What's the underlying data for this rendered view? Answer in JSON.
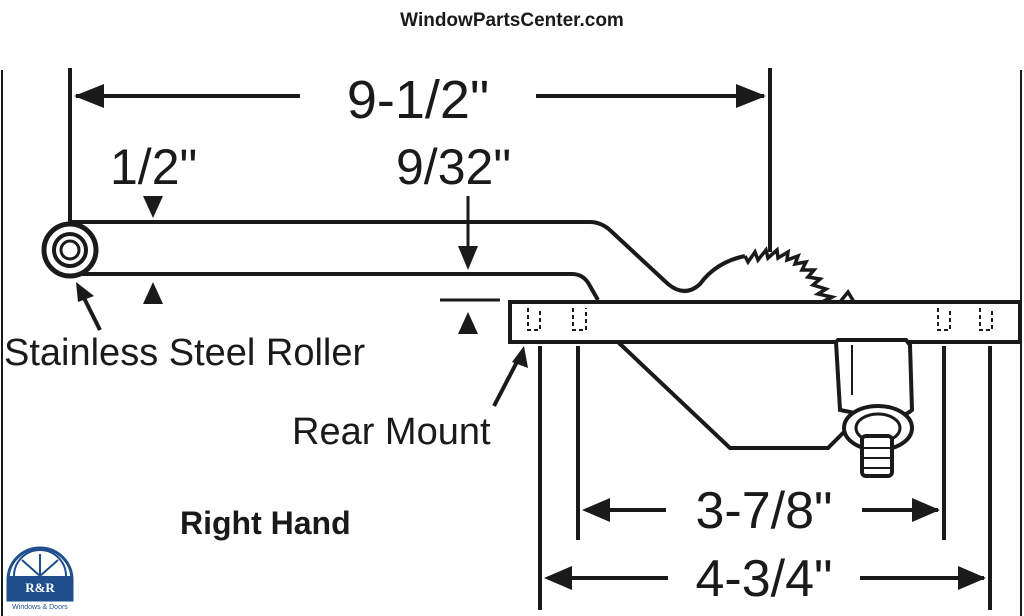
{
  "site": {
    "header": "WindowPartsCenter.com"
  },
  "dimensions": {
    "overall_length": "9-1/2\"",
    "roller_width": "1/2\"",
    "arm_offset": "9/32\"",
    "mount_inner": "3-7/8\"",
    "mount_outer": "4-3/4\""
  },
  "labels": {
    "roller": "Stainless Steel Roller",
    "rear_mount": "Rear Mount",
    "hand": "Right Hand"
  },
  "logo": {
    "name": "R&R",
    "subtitle": "Windows & Doors"
  },
  "colors": {
    "ink": "#1a1a1a",
    "logo_blue": "#1f4e8c"
  }
}
